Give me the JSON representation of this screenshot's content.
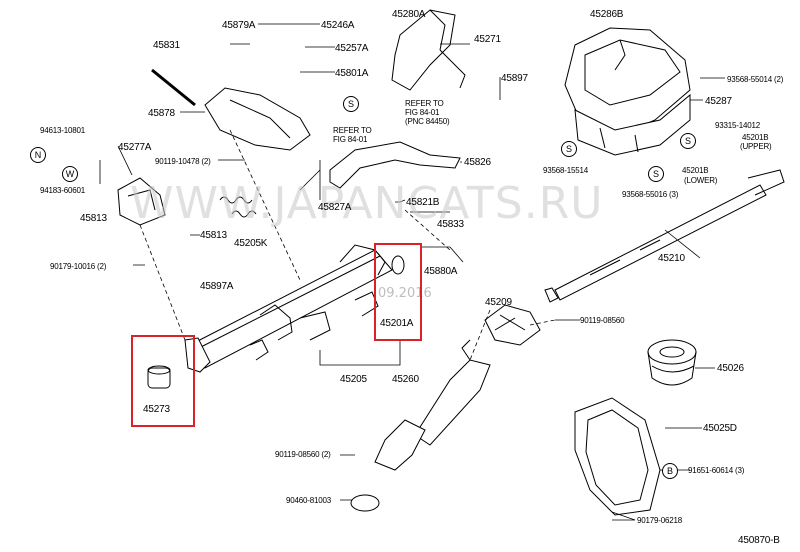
{
  "watermark": {
    "site": "WWW.JAPANCATS.RU",
    "date": "09.2016"
  },
  "diagram_id": "450870-B",
  "symbols": {
    "n": "N",
    "w": "W",
    "s": "S",
    "b": "B"
  },
  "labels": {
    "p45879A": "45879A",
    "p45246A": "45246A",
    "p45280A": "45280A",
    "p45286B": "45286B",
    "p45831": "45831",
    "p45257A": "45257A",
    "p45271": "45271",
    "p45801A": "45801A",
    "p45897": "45897",
    "p93568_55014": "93568-55014 (2)",
    "p45878": "45878",
    "p45287": "45287",
    "refer1": "REFER TO",
    "refer1b": "FIG 84-01",
    "refer1c": "(PNC 84450)",
    "refer2": "REFER TO",
    "refer2b": "FIG 84-01",
    "p93315_14012": "93315-14012",
    "p45201B_upper": "45201B",
    "upper": "(UPPER)",
    "p94613": "94613-10801",
    "p45277A": "45277A",
    "p90119_10478": "90119-10478 (2)",
    "p45826": "45826",
    "p93568_15514": "93568-15514",
    "p45201B_lower": "45201B",
    "lower": "(LOWER)",
    "p94183": "94183-60601",
    "p45813a": "45813",
    "p93568_55016": "93568-55016 (3)",
    "p45827A": "45827A",
    "p45821B": "45821B",
    "p45813b": "45813",
    "p45833": "45833",
    "p45205K": "45205K",
    "p90179_10016": "90179-10016 (2)",
    "p45880A": "45880A",
    "p45210": "45210",
    "p45897A": "45897A",
    "p45209": "45209",
    "p45201A": "45201A",
    "p90119_08560a": "90119-08560",
    "p45205": "45205",
    "p45260": "45260",
    "p45026": "45026",
    "p45273": "45273",
    "p45025D": "45025D",
    "p90119_08560b": "90119-08560 (2)",
    "p91651": "91651-60614 (3)",
    "p90460": "90460-81003",
    "p90179_06218": "90179-06218"
  },
  "colors": {
    "highlight": "#d9222a",
    "line": "#000000",
    "watermark": "#c8c8c8"
  }
}
